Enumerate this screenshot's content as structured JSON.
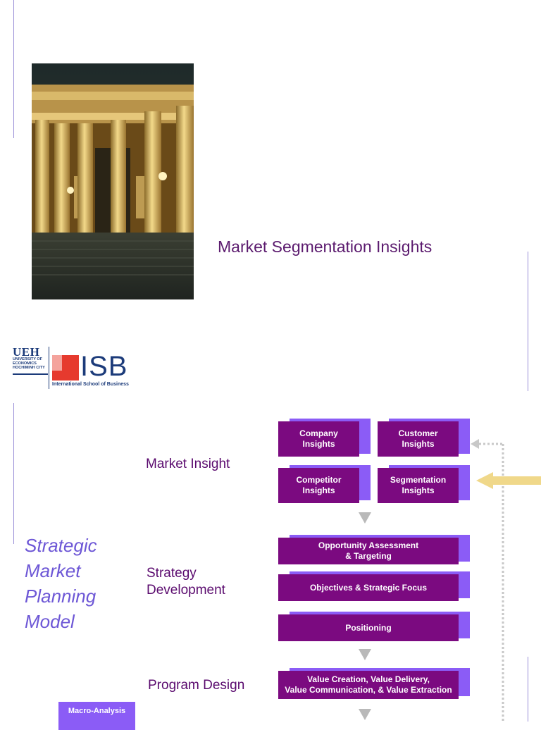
{
  "slide1": {
    "title": "Market Segmentation Insights",
    "logo": {
      "ueh": "UEH",
      "ueh_sub": "UNIVERSITY OF\nECONOMICS\nHOCHIMINH CITY",
      "isb": "ISB",
      "isb_sub": "International School of Business"
    },
    "photo_alt": "building-facade-photo"
  },
  "slide2": {
    "model_title": [
      "Strategic",
      "Market",
      "Planning",
      "Model"
    ],
    "stages": {
      "market_insight": "Market Insight",
      "strategy_development": "Strategy\nDevelopment",
      "program_design": "Program Design"
    },
    "boxes": {
      "company": "Company\nInsights",
      "customer": "Customer\nInsights",
      "competitor": "Competitor\nInsights",
      "segmentation": "Segmentation\nInsights",
      "opportunity": "Opportunity Assessment\n& Targeting",
      "objectives": "Objectives & Strategic Focus",
      "positioning": "Positioning",
      "value": "Value Creation, Value Delivery,\nValue Communication, & Value Extraction"
    },
    "macro": "Macro-Analysis"
  },
  "colors": {
    "box_fill": "#7b0a80",
    "box_shadow": "#8b5cf6",
    "title_purple": "#5b1a6e",
    "model_title": "#6d57d6",
    "arrow_highlight": "#f0d88a",
    "dotted_line": "#c8c8c8"
  }
}
